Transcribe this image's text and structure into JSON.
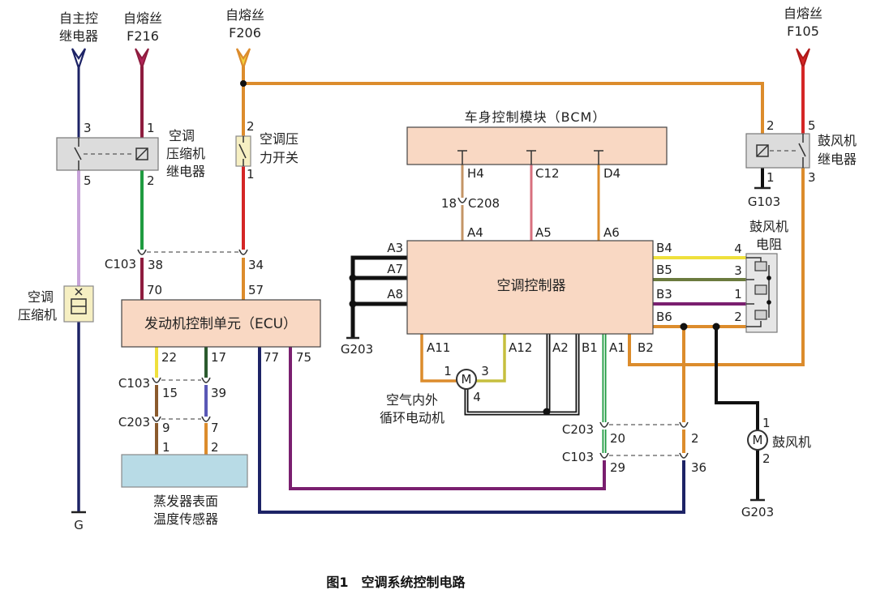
{
  "sources": {
    "self_relay": {
      "line1": "自主控",
      "line2": "继电器"
    },
    "f216": {
      "line1": "自熔丝",
      "line2": "F216"
    },
    "f206": {
      "line1": "自熔丝",
      "line2": "F206"
    },
    "f105": {
      "line1": "自熔丝",
      "line2": "F105"
    }
  },
  "compressor_relay": {
    "label": [
      "空调",
      "压缩机",
      "继电器"
    ],
    "pins": [
      "3",
      "1",
      "5",
      "2"
    ]
  },
  "compressor": {
    "label": [
      "空调",
      "压缩机"
    ],
    "ground": "G"
  },
  "pressure_switch": {
    "label": [
      "空调压",
      "力开关"
    ],
    "pins": [
      "2",
      "1"
    ]
  },
  "connector_c103_top": {
    "name": "C103",
    "pins": [
      "38",
      "34"
    ]
  },
  "ecu": {
    "title": "发动机控制单元（ECU）",
    "top_pins": [
      "70",
      "57"
    ],
    "bottom_pins": [
      "22",
      "17",
      "77",
      "75"
    ]
  },
  "connector_c103_sensor": {
    "name": "C103",
    "pins": [
      "15",
      "39"
    ]
  },
  "connector_c203_sensor": {
    "name": "C203",
    "pins": [
      "9",
      "7"
    ]
  },
  "evaporator_sensor": {
    "pins": [
      "1",
      "2"
    ],
    "label": [
      "蒸发器表面",
      "温度传感器"
    ]
  },
  "bcm": {
    "title": "车身控制模块（BCM）",
    "pins": [
      "H4",
      "C12",
      "D4"
    ],
    "connector": "C208",
    "connector_pin": "18"
  },
  "ac_controller": {
    "title": "空调控制器",
    "top_pins": [
      "A4",
      "A5",
      "A6"
    ],
    "left_pins": [
      "A3",
      "A7",
      "A8"
    ],
    "right_pins": [
      "B4",
      "B5",
      "B3",
      "B6"
    ],
    "bottom_pins": [
      "A11",
      "A12",
      "A2",
      "B1",
      "A1",
      "B2"
    ],
    "ground": "G203"
  },
  "recirc_motor": {
    "symbol": "M",
    "pins": [
      "1",
      "3",
      "4"
    ],
    "label": [
      "空气内外",
      "循环电动机"
    ]
  },
  "connector_c203_right": {
    "name": "C203",
    "pins": [
      "20",
      "2"
    ]
  },
  "connector_c103_right": {
    "name": "C103",
    "pins": [
      "29",
      "36"
    ]
  },
  "blower_relay": {
    "label": [
      "鼓风机",
      "继电器"
    ],
    "pins": [
      "2",
      "5",
      "1",
      "3"
    ],
    "ground": "G103"
  },
  "blower_resistor": {
    "label": [
      "鼓风机",
      "电阻"
    ],
    "pins": [
      "4",
      "3",
      "1",
      "2"
    ]
  },
  "blower_motor": {
    "symbol": "M",
    "label": "鼓风机",
    "pins": [
      "1",
      "2"
    ],
    "ground": "G203"
  },
  "caption": "图1　空调系统控制电路",
  "colors": {
    "navy": "#1d2366",
    "lavender": "#c7a3d9",
    "maroon": "#8e1c3e",
    "green": "#1f9b40",
    "orange": "#dc8c2c",
    "red": "#d42626",
    "tan": "#c49566",
    "pink": "#d8707e",
    "yellow": "#efe03c",
    "olive": "#6b7a3e",
    "purple": "#7a1f6f",
    "black": "#111111",
    "dark_green": "#2b5a2e",
    "blue": "#5a58b6",
    "brown": "#8a5a2c",
    "olive_yellow": "#c6bf3e",
    "module_fill": "#f9d8c3",
    "relay_fill": "#dcdcdc",
    "sensor_fill": "#b8dbe6",
    "switch_fill": "#f6efc2"
  }
}
